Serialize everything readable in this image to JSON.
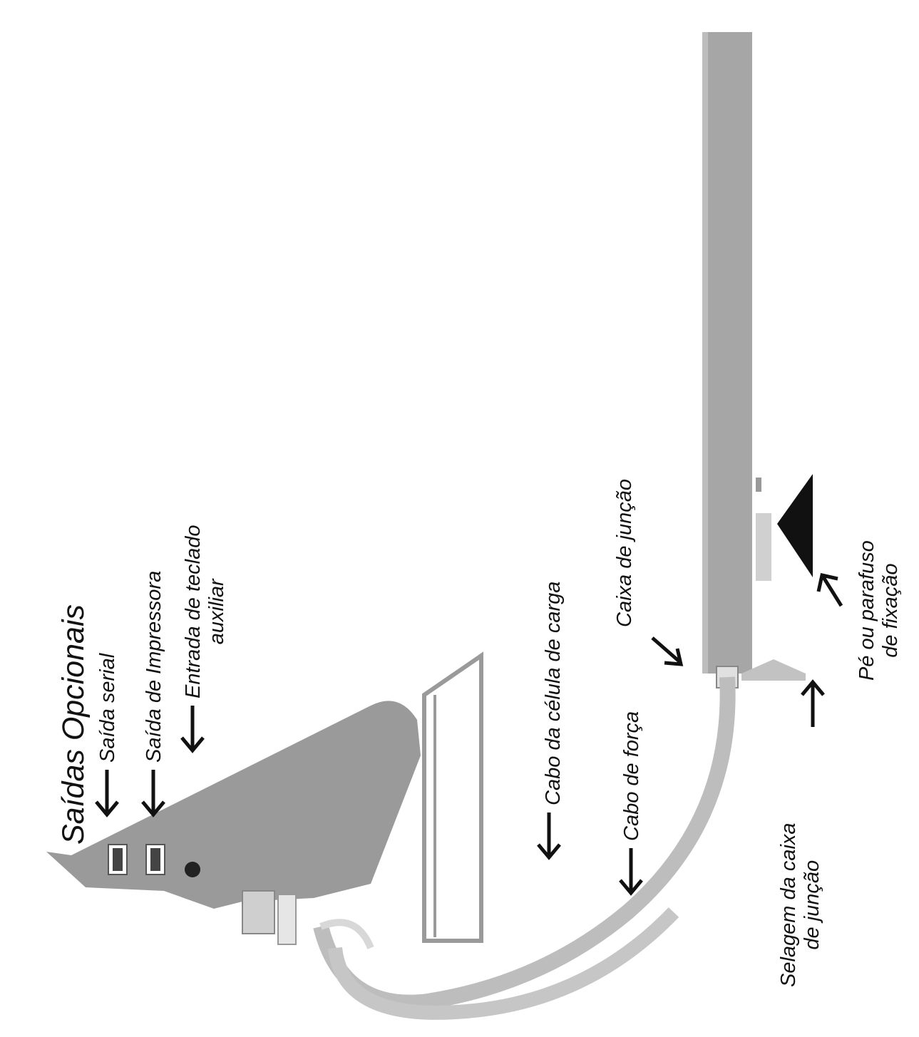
{
  "title": "Saídas Opcionais",
  "labels": {
    "saida_serial": "Saída serial",
    "saida_impressora": "Saída de Impressora",
    "entrada_teclado_l1": "Entrada de teclado",
    "entrada_teclado_l2": "auxiliar",
    "cabo_celula": "Cabo da célula de carga",
    "cabo_forca": "Cabo de força",
    "caixa_juncao": "Caixa de junção",
    "selagem_l1": "Selagem da caixa",
    "selagem_l2": "de junção",
    "pe_l1": "Pé ou parafuso",
    "pe_l2": "de fixação"
  },
  "colors": {
    "body_gray": "#9a9a9a",
    "platform_gray": "#a6a6a6",
    "cable_gray": "#bdbdbd",
    "foot_black": "#111111",
    "arrow": "#111111"
  }
}
